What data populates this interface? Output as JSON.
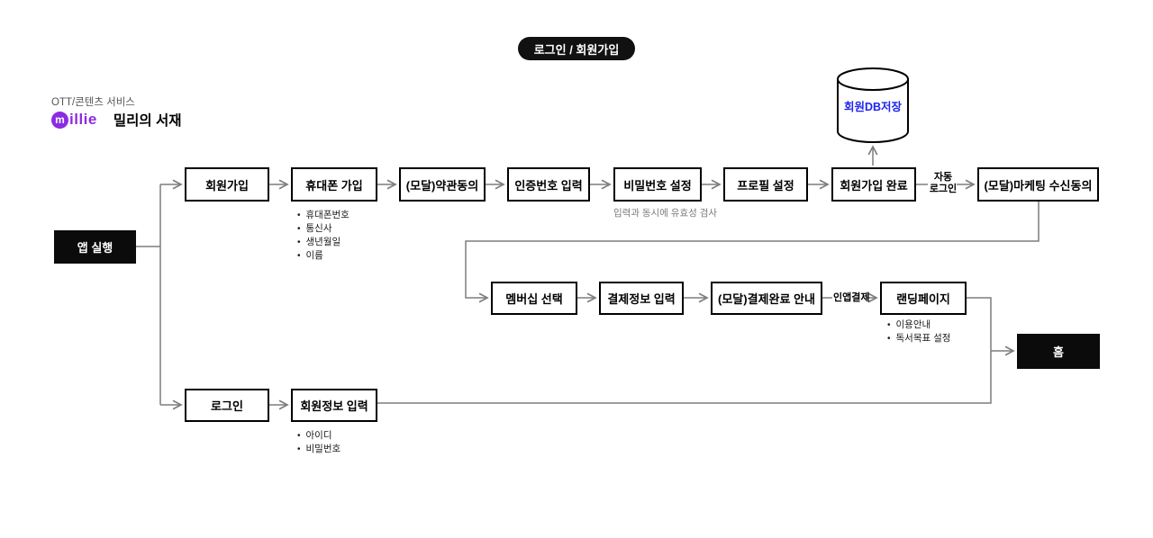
{
  "header": {
    "badge": "로그인 / 회원가입",
    "category": "OTT/콘텐츠 서비스",
    "logo_initial": "m",
    "logo_word": "illie",
    "app_name": "밀리의 서재"
  },
  "colors": {
    "brand_purple": "#8B2BE2",
    "db_text_blue": "#1F25EE",
    "wire_gray": "#7D7D7D",
    "node_black": "#0B0B0B"
  },
  "flow": {
    "start_node": "앱 실행",
    "home_node": "홈",
    "db_node": "회원DB저장",
    "signup_row": [
      "회원가입",
      "휴대폰 가입",
      "(모달)약관동의",
      "인증번호 입력",
      "비밀번호 설정",
      "프로필 설정",
      "회원가입 완료",
      "(모달)마케팅 수신동의"
    ],
    "membership_row": [
      "멤버십 선택",
      "결제정보 입력",
      "(모달)결제완료 안내",
      "랜딩페이지"
    ],
    "login_row": [
      "로그인",
      "회원정보 입력"
    ],
    "edge_labels": {
      "auto_login": [
        "자동",
        "로그인"
      ],
      "in_app_payment": "인앱결제"
    },
    "notes": {
      "phone_signup": [
        "휴대폰번호",
        "통신사",
        "생년월일",
        "이름"
      ],
      "password_note": "입력과 동시에 유효성 검사",
      "landing": [
        "이용안내",
        "독서목표 설정"
      ],
      "login_info": [
        "아이디",
        "비밀번호"
      ]
    }
  }
}
